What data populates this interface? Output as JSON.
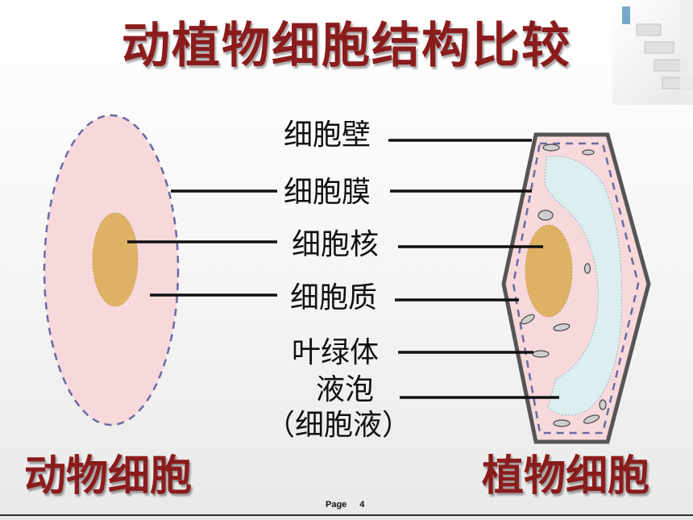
{
  "title": "动植物细胞结构比较",
  "labels": {
    "cell_wall": "细胞壁",
    "cell_membrane": "细胞膜",
    "nucleus": "细胞核",
    "cytoplasm": "细胞质",
    "chloroplast": "叶绿体",
    "vacuole": "液泡",
    "cell_sap": "（细胞液）"
  },
  "animal_cell_label": "动物细胞",
  "plant_cell_label": "植物细胞",
  "footer": {
    "page_label": "Page",
    "page_number": "4"
  },
  "colors": {
    "title": "#8b1c1c",
    "cytoplasm": "#f7d9dc",
    "nucleus": "#deb265",
    "vacuole": "#ddeef0",
    "membrane_dash": "#6a6aa0",
    "wall": "#555555",
    "chloroplast": "#cfcfcf"
  },
  "icons": {
    "corner_decoration": "staircase-icon"
  }
}
